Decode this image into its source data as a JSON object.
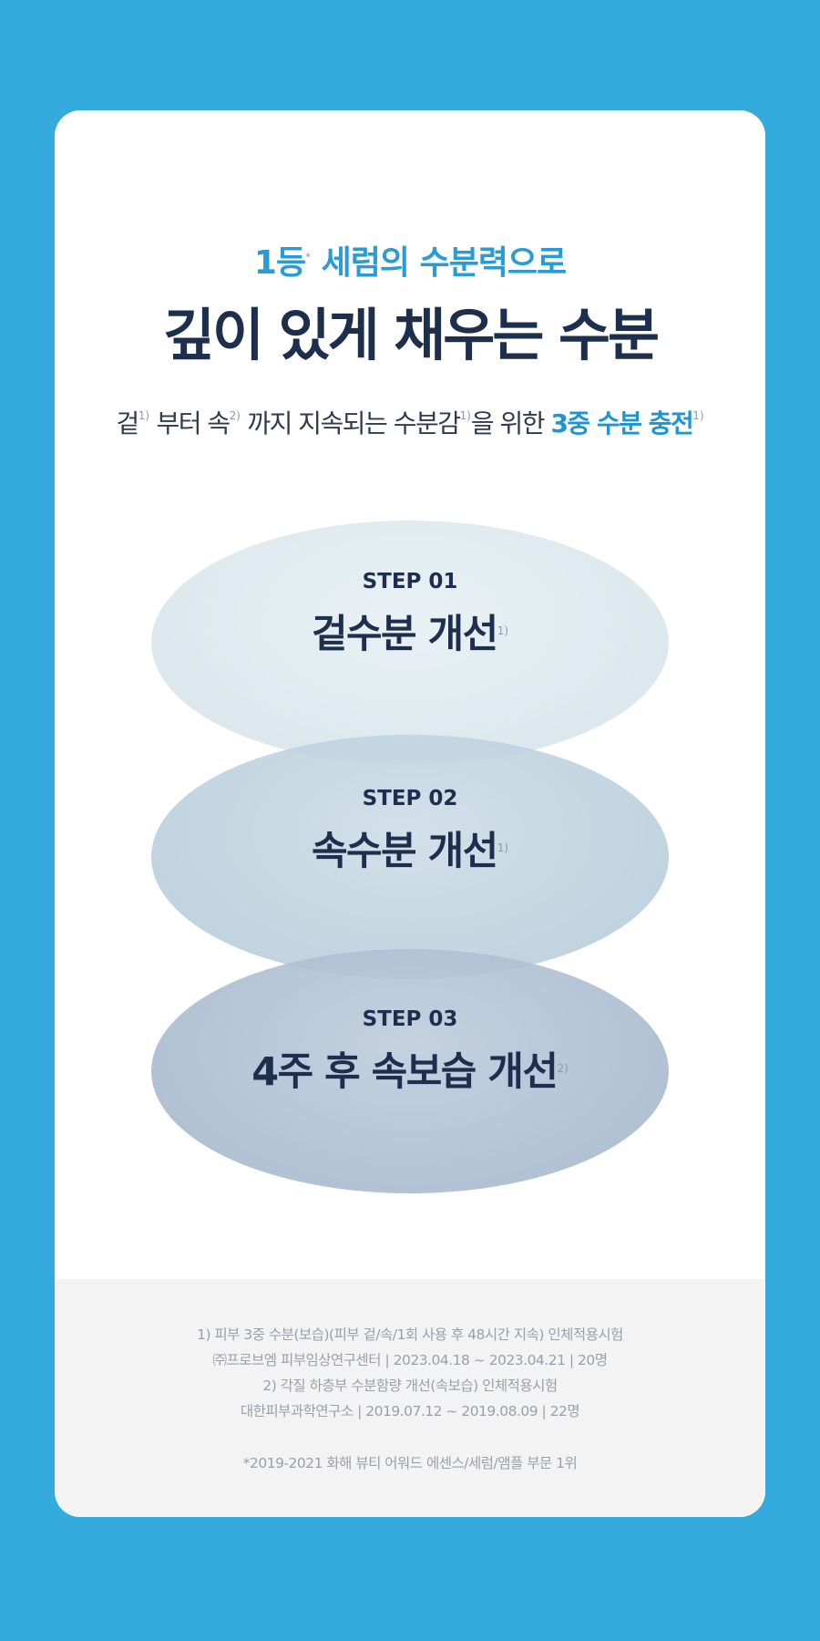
{
  "header": {
    "sub_headline": "1등",
    "sub_headline_mark": "*",
    "sub_headline_rest": "세럼의 수분력으로",
    "headline": "깊이 있게 채우는 수분"
  },
  "description": {
    "part1": "겉",
    "fn1": "1)",
    "part2": "부터 속",
    "fn2": "2)",
    "part3": "까지 지속되는 수분감",
    "fn3": "1)",
    "part4": "을 위한",
    "highlight": "3중 수분 충전",
    "fn4": "1)"
  },
  "steps": [
    {
      "label": "STEP 01",
      "title": "겉수분 개선",
      "footnote": "1)"
    },
    {
      "label": "STEP 02",
      "title": "속수분 개선",
      "footnote": "1)"
    },
    {
      "label": "STEP 03",
      "title": "4주 후 속보습 개선",
      "footnote": "2)"
    }
  ],
  "footnotes": {
    "line1": "1) 피부 3중 수분(보습)(피부 겉/속/1회 사용 후 48시간 지속) 인체적용시험",
    "line2": "㈜프로브엠 피부임상연구센터 | 2023.04.18 ~ 2023.04.21 | 20명",
    "line3": "2) 각질 하층부 수분함량 개선(속보습) 인체적용시험",
    "line4": "대한피부과학연구소 | 2019.07.12 ~ 2019.08.09 | 22명",
    "line5": "*2019-2021 화해 뷰티 어워드 에센스/세럼/앰플 부문 1위"
  },
  "colors": {
    "background": "#35aadd",
    "accent": "#2b9bd3",
    "navy": "#1d2f4d"
  }
}
